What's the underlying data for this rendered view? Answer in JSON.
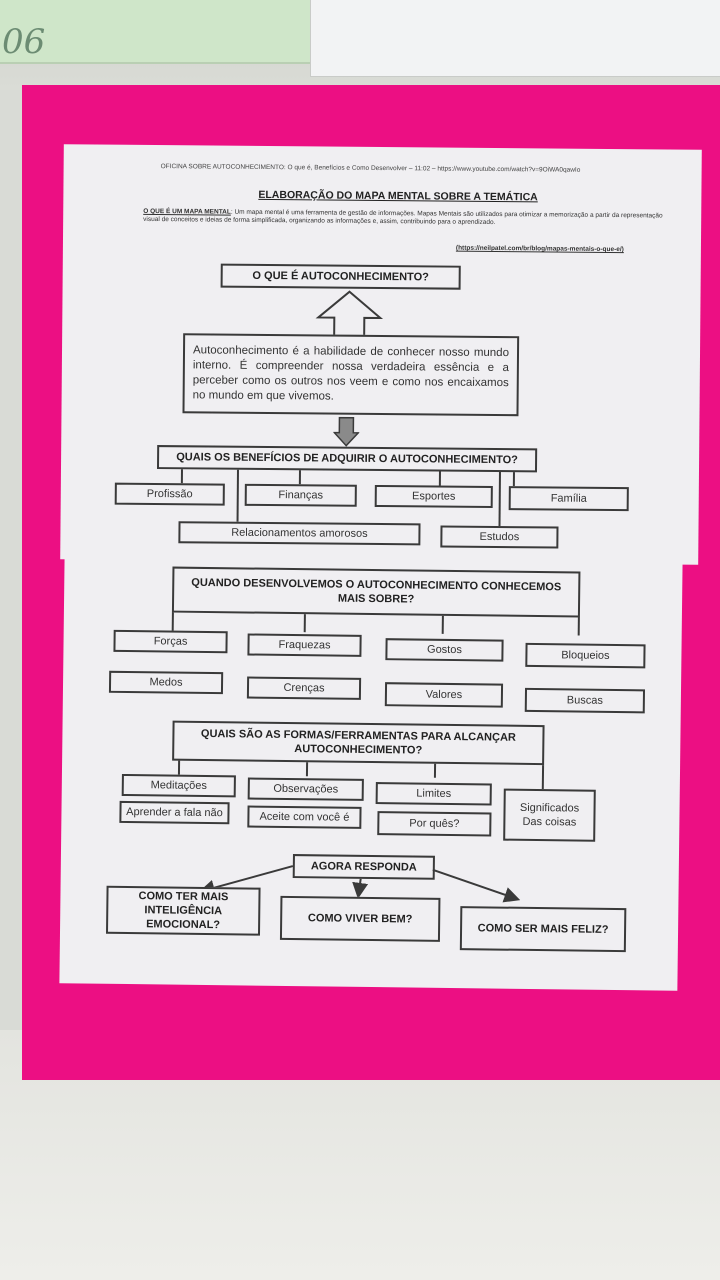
{
  "top_note": {
    "scribble": "06"
  },
  "sheet1": {
    "header": "OFICINA SOBRE AUTOCONHECIMENTO: O que é, Benefícios e Como Desenvolver – 11:02 – https://www.youtube.com/watch?v=9OiWA0qawIo",
    "title": "ELABORAÇÃO DO MAPA MENTAL SOBRE A TEMÁTICA",
    "intro_label": "O QUE É UM MAPA MENTAL",
    "intro_text": ": Um mapa mental é uma ferramenta de gestão de informações. Mapas Mentais são utilizados para otimizar a memorização a partir da representação visual de conceitos e ideias de forma simplificada, organizando as informações e, assim, contribuindo para o aprendizado.",
    "source": "(https://neilpatel.com/br/blog/mapas-mentais-o-que-e/)",
    "q1": "O QUE É AUTOCONHECIMENTO?",
    "definition": "Autoconhecimento é a habilidade de conhecer nosso mundo interno. É compreender nossa verdadeira essência e a perceber como os outros nos veem e como nos encaixamos no mundo em que vivemos.",
    "q2": "QUAIS OS BENEFÍCIOS DE ADQUIRIR O AUTOCONHECIMENTO?",
    "benefits": [
      "Profissão",
      "Finanças",
      "Esportes",
      "Família",
      "Relacionamentos amorosos",
      "Estudos"
    ]
  },
  "sheet2": {
    "q3": "QUANDO DESENVOLVEMOS O AUTOCONHECIMENTO CONHECEMOS MAIS SOBRE?",
    "topics": [
      "Forças",
      "Fraquezas",
      "Gostos",
      "Bloqueios",
      "Medos",
      "Crenças",
      "Valores",
      "Buscas"
    ],
    "q4": "QUAIS SÃO AS FORMAS/FERRAMENTAS PARA ALCANÇAR AUTOCONHECIMENTO?",
    "tools": [
      "Meditações",
      "Observações",
      "Limites",
      "Aprender a fala não",
      "Aceite com você é",
      "Por quês?",
      "Significados Das coisas"
    ],
    "q5": "AGORA RESPONDA",
    "answers": [
      "COMO TER MAIS INTELIGÊNCIA EMOCIONAL?",
      "COMO VIVER BEM?",
      "COMO SER MAIS FELIZ?"
    ]
  }
}
